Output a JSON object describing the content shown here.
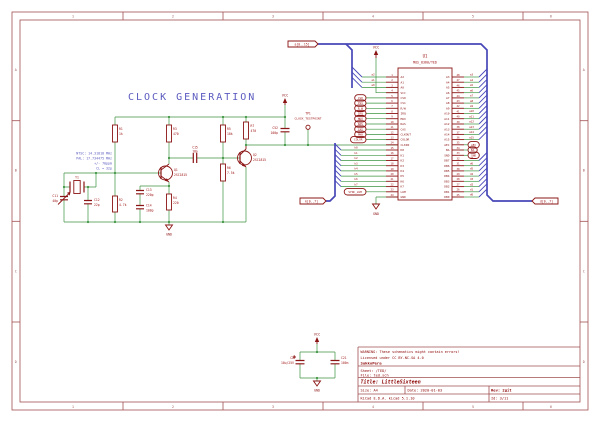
{
  "section_title": "CLOCK GENERATION",
  "notes": [
    "NTSC: 14.31818 MHz",
    "PAL: 17.734475 MHz",
    "+/- 70ppm",
    "CL = 32p"
  ],
  "power": {
    "vcc": "VCC",
    "gnd": "GND"
  },
  "components": {
    "y1": {
      "ref": "Y1",
      "value": ""
    },
    "c11": {
      "ref": "C11",
      "value": "40p"
    },
    "c12": {
      "ref": "C12",
      "value": "22p"
    },
    "c13": {
      "ref": "C13",
      "value": "220p"
    },
    "c14": {
      "ref": "C14",
      "value": "100p"
    },
    "c15": {
      "ref": "C15",
      "value": "18p"
    },
    "c52": {
      "ref": "C52",
      "value": "100p"
    },
    "c2": {
      "ref": "C2",
      "value": "10u/25V"
    },
    "c21": {
      "ref": "C21",
      "value": "100n"
    },
    "r1": {
      "ref": "R1",
      "value": "1k"
    },
    "r2": {
      "ref": "R2",
      "value": "4.7k"
    },
    "r3": {
      "ref": "R3",
      "value": "470"
    },
    "r4": {
      "ref": "R4",
      "value": "220"
    },
    "r5": {
      "ref": "R5",
      "value": "18k"
    },
    "r6": {
      "ref": "R6",
      "value": "7.5k"
    },
    "r7": {
      "ref": "R7",
      "value": "470"
    },
    "q1": {
      "ref": "Q1",
      "value": "2SC1815"
    },
    "q2": {
      "ref": "Q2",
      "value": "2SC1815"
    },
    "tp1": {
      "ref": "TP1",
      "value": "CLOCK_TESTPOINT"
    }
  },
  "hier_labels": {
    "address": "a[0..15]",
    "keyboard": "k[0..7]",
    "data": "d[0..7]"
  },
  "ted": {
    "ref": "U1",
    "value": "MOS_8360/TED",
    "left_pins": [
      {
        "n": 1,
        "name": "A2",
        "net": "a2"
      },
      {
        "n": 2,
        "name": "A1",
        "net": "a1"
      },
      {
        "n": 3,
        "name": "A0",
        "net": "a0"
      },
      {
        "n": 4,
        "name": "VCC"
      },
      {
        "n": 5,
        "name": "CS0",
        "glabel": "CS0"
      },
      {
        "n": 6,
        "name": "CS1",
        "glabel": "CS1"
      },
      {
        "n": 7,
        "name": "R/W",
        "glabel": "R_W"
      },
      {
        "n": 8,
        "name": "IRQ",
        "glabel": "IRQ"
      },
      {
        "n": 9,
        "name": "MUX",
        "glabel": "MUX"
      },
      {
        "n": 10,
        "name": "RAS",
        "glabel": "RAS"
      },
      {
        "n": 11,
        "name": "CAS",
        "glabel": "CAS"
      },
      {
        "n": 12,
        "name": "CLKOUT",
        "glabel": "PH0"
      },
      {
        "n": 13,
        "name": "COLOR",
        "glabel": "COLOR"
      },
      {
        "n": 14,
        "name": "CLKIN"
      },
      {
        "n": 15,
        "name": "K0",
        "net": "k0"
      },
      {
        "n": 16,
        "name": "K1",
        "net": "k1"
      },
      {
        "n": 17,
        "name": "K2",
        "net": "k2"
      },
      {
        "n": 18,
        "name": "K3",
        "net": "k3"
      },
      {
        "n": 19,
        "name": "K4",
        "net": "k4"
      },
      {
        "n": 20,
        "name": "K5",
        "net": "k5"
      },
      {
        "n": 21,
        "name": "K6",
        "net": "k6"
      },
      {
        "n": 22,
        "name": "K7",
        "net": "k7"
      },
      {
        "n": 23,
        "name": "LUM",
        "glabel": "SYNC_LUM"
      },
      {
        "n": 24,
        "name": "GND"
      }
    ],
    "right_pins": [
      {
        "n": 48,
        "name": "A3",
        "net": "a3"
      },
      {
        "n": 47,
        "name": "A4",
        "net": "a4"
      },
      {
        "n": 46,
        "name": "A5",
        "net": "a5"
      },
      {
        "n": 45,
        "name": "A6",
        "net": "a6"
      },
      {
        "n": 44,
        "name": "A7",
        "net": "a7"
      },
      {
        "n": 43,
        "name": "A8",
        "net": "a8"
      },
      {
        "n": 42,
        "name": "A9",
        "net": "a9"
      },
      {
        "n": 41,
        "name": "A10",
        "net": "a10"
      },
      {
        "n": 40,
        "name": "A11",
        "net": "a11"
      },
      {
        "n": 39,
        "name": "A12",
        "net": "a12"
      },
      {
        "n": 38,
        "name": "A13",
        "net": "a13"
      },
      {
        "n": 37,
        "name": "A14",
        "net": "a14"
      },
      {
        "n": 36,
        "name": "A15",
        "net": "a15"
      },
      {
        "n": 35,
        "name": "AEC",
        "glabel": "AEC"
      },
      {
        "n": 34,
        "name": "BA",
        "glabel": "BA"
      },
      {
        "n": 33,
        "name": "SND",
        "glabel": "SND"
      },
      {
        "n": 32,
        "name": "DB7",
        "net": "d7"
      },
      {
        "n": 31,
        "name": "DB6",
        "net": "d6"
      },
      {
        "n": 30,
        "name": "DB5",
        "net": "d5"
      },
      {
        "n": 29,
        "name": "DB4",
        "net": "d4"
      },
      {
        "n": 28,
        "name": "DB3",
        "net": "d3"
      },
      {
        "n": 27,
        "name": "DB2",
        "net": "d2"
      },
      {
        "n": 26,
        "name": "DB1",
        "net": "d1"
      },
      {
        "n": 25,
        "name": "DB0",
        "net": "d0"
      }
    ]
  },
  "frame": {
    "columns": [
      "1",
      "2",
      "3",
      "4",
      "5",
      "6"
    ],
    "rows": [
      "A",
      "B",
      "C",
      "D"
    ]
  },
  "title_block": {
    "warning": "WARNING: These schematics might contain errors!",
    "license": "Licensed under CC BY-NC-SA 4.0",
    "company": "SukkoPera",
    "sheet": "Sheet: /TED/",
    "file": "File: ted.sch",
    "title": "Title: LittleSixteen",
    "size": "Size: A4",
    "date": "Date: 2020-01-03",
    "rev": "Rev: 2git",
    "tool": "KiCad E.D.A.  kicad 5.1.10",
    "id": "Id: 3/11"
  },
  "colors": {
    "wire": "#3c9440",
    "bus": "#4747b8",
    "symbol": "#8b1414",
    "tred": "#9d1010",
    "notes": "#5b5bc0",
    "frame": "#a05050"
  }
}
